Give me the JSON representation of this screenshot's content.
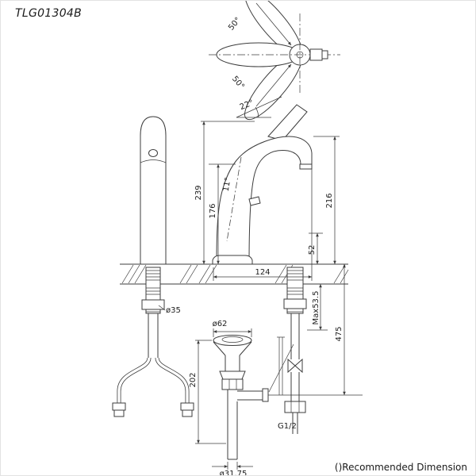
{
  "meta": {
    "model": "TLG01304B",
    "footer_note": "()Recommended Dimension"
  },
  "colors": {
    "ink": "#3c3c3c",
    "background": "#ffffff"
  },
  "dimensions": {
    "top_view": {
      "swing_upper": "50°",
      "swing_lower": "50°"
    },
    "side_view": {
      "handle_angle": "22°",
      "body_angle": "11°",
      "overall_height": "239",
      "spout_height": "176",
      "right_height": "216",
      "base_detail": "52",
      "reach": "124"
    },
    "front_view": {
      "shank_dia": "ø35"
    },
    "drain": {
      "flange_dia": "ø62",
      "tail_length": "202",
      "tail_dia": "ø31.75"
    },
    "supply": {
      "thread": "G1/2",
      "max_deck_thickness": "Max53.5",
      "supply_height": "475"
    }
  }
}
